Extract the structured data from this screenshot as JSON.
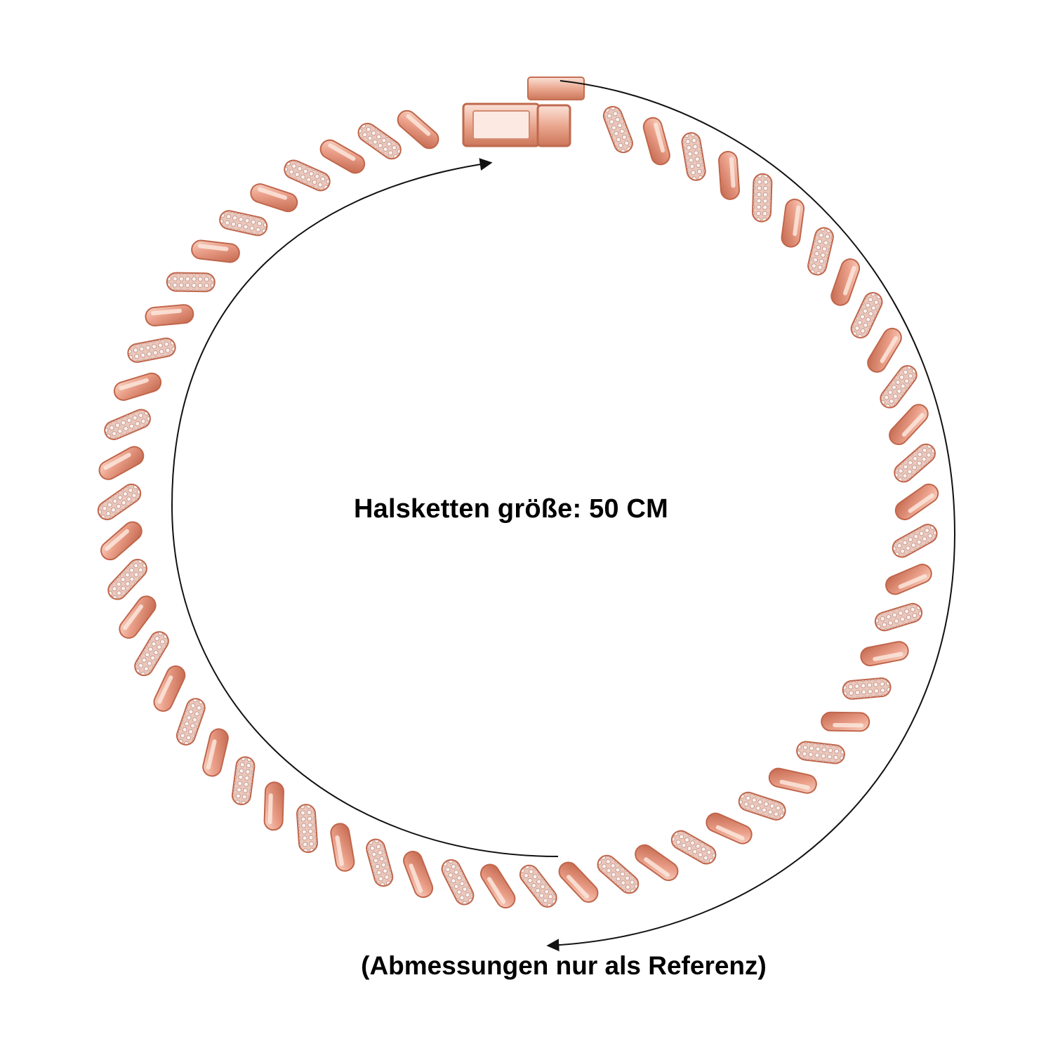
{
  "image": {
    "description_text": {
      "size_label": "Halsketten größe: 50 CM",
      "disclaimer": "(Abmessungen nur als Referenz)"
    },
    "necklace": {
      "style": "cuban-link-chain",
      "metal_color": "#E8977C",
      "metal_highlight": "#F9D6C8",
      "metal_shadow": "#C2664C",
      "stone_color": "#F4E9E5",
      "clasp": "box-clasp"
    },
    "measurement_arrows": {
      "color": "#1a1a1a",
      "count": 2
    }
  }
}
